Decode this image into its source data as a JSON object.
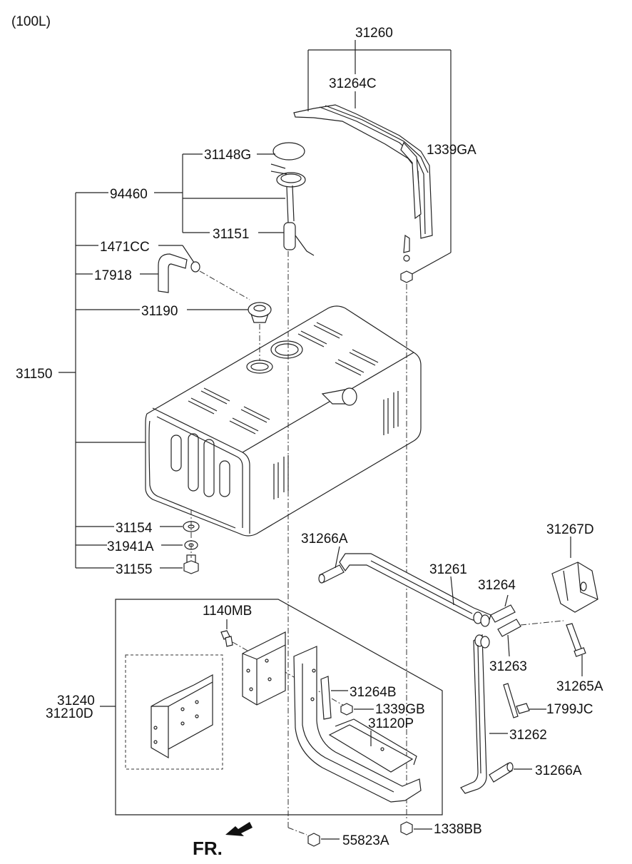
{
  "header": {
    "capacity": "(100L)"
  },
  "labels": {
    "l31260": "31260",
    "l31264C": "31264C",
    "l1339GA": "1339GA",
    "l31148G": "31148G",
    "l94460": "94460",
    "l31151": "31151",
    "l1471CC": "1471CC",
    "l17918": "17918",
    "l31190": "31190",
    "l31150": "31150",
    "l31154": "31154",
    "l31941A": "31941A",
    "l31155": "31155",
    "l31266A_top": "31266A",
    "l31267D": "31267D",
    "l31261": "31261",
    "l31264": "31264",
    "l31263": "31263",
    "l31265A": "31265A",
    "l1140MB": "1140MB",
    "l31264B": "31264B",
    "l1339GB": "1339GB",
    "l31120P": "31120P",
    "l31240": "31240",
    "l31210D": "31210D",
    "l1799JC": "1799JC",
    "l31262": "31262",
    "l31266A_bot": "31266A",
    "l1338BB": "1338BB",
    "l55823A": "55823A",
    "front": "FR."
  }
}
